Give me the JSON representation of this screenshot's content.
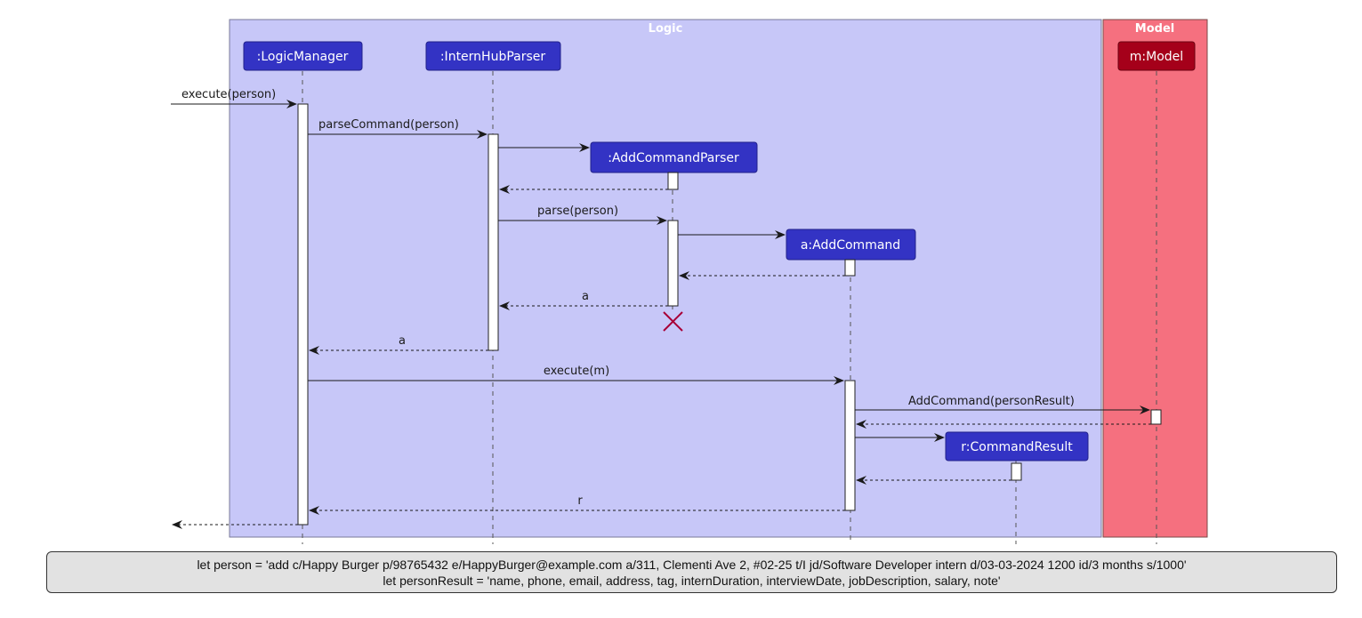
{
  "groups": {
    "logic": "Logic",
    "model": "Model"
  },
  "participants": {
    "logic_manager": ":LogicManager",
    "intern_hub_parser": ":InternHubParser",
    "add_command_parser": ":AddCommandParser",
    "add_command": "a:AddCommand",
    "command_result": "r:CommandResult",
    "model": "m:Model"
  },
  "messages": {
    "execute_person": "execute(person)",
    "parse_command": "parseCommand(person)",
    "parse_person": "parse(person)",
    "return_a_parser": "a",
    "return_a_logic": "a",
    "execute_m": "execute(m)",
    "add_command_person_result": "AddCommand(personResult)",
    "return_r": "r"
  },
  "note": {
    "line1": "let person = 'add c/Happy Burger p/98765432 e/HappyBurger@example.com a/311, Clementi Ave 2, #02-25 t/I jd/Software Developer intern d/03-03-2024 1200 id/3 months s/1000'",
    "line2": "let personResult = 'name, phone, email, address, tag, internDuration, interviewDate, jobDescription, salary, note'"
  },
  "colors": {
    "logic_bg": "#c7c7f8",
    "model_bg": "#f5707f",
    "participant": "#3333c4",
    "model_participant": "#a5001a",
    "destroy": "#a80036"
  }
}
